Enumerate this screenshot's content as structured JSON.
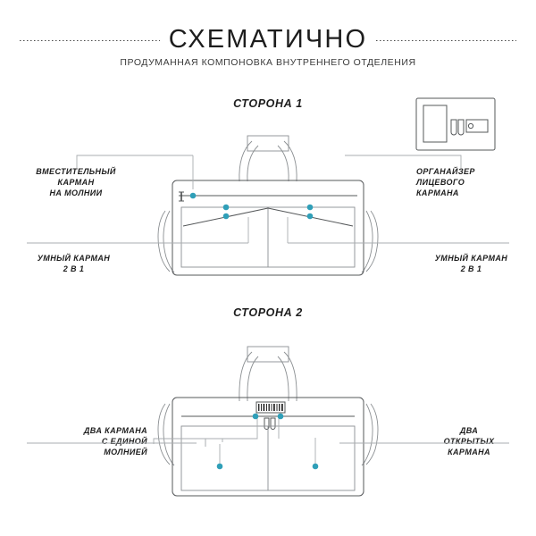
{
  "header": {
    "title": "СХЕМАТИЧНО",
    "subtitle": "ПРОДУМАННАЯ КОМПОНОВКА ВНУТРЕННЕГО ОТДЕЛЕНИЯ",
    "divider_style": "dotted"
  },
  "sections": [
    {
      "id": "side-1",
      "label": "СТОРОНА 1",
      "callouts": [
        {
          "id": "spacious-zip-pocket",
          "lines": [
            "ВМЕСТИТЕЛЬНЫЙ",
            "КАРМАН",
            "НА МОЛНИИ"
          ],
          "side": "left"
        },
        {
          "id": "front-pocket-organizer",
          "lines": [
            "ОРГАНАЙЗЕР",
            "ЛИЦЕВОГО",
            "КАРМАНА"
          ],
          "side": "right"
        },
        {
          "id": "smart-pocket-left",
          "lines": [
            "УМНЫЙ КАРМАН",
            "2 В 1"
          ],
          "side": "left"
        },
        {
          "id": "smart-pocket-right",
          "lines": [
            "УМНЫЙ КАРМАН",
            "2 В 1"
          ],
          "side": "right"
        }
      ]
    },
    {
      "id": "side-2",
      "label": "СТОРОНА 2",
      "callouts": [
        {
          "id": "two-pockets-one-zip",
          "lines": [
            "ДВА КАРМАНА",
            "С ЕДИНОЙ",
            "МОЛНИЕЙ"
          ],
          "side": "left"
        },
        {
          "id": "two-open-pockets",
          "lines": [
            "ДВА",
            "ОТКРЫТЫХ",
            "КАРМАНА"
          ],
          "side": "right"
        }
      ]
    }
  ],
  "inset": {
    "id": "organizer-detail",
    "items": [
      "notebook-slot",
      "pen-slots",
      "card-pocket"
    ]
  },
  "colors": {
    "accent_dot": "#2f9fb8",
    "line": "#55585a",
    "leader": "#a9adb0",
    "text": "#1d1d1d",
    "background": "#ffffff"
  },
  "markers": {
    "accent_dot_count_side1": 4,
    "accent_dot_count_side2": 4,
    "zipper_pull_count_side1": 1,
    "zipper_pull_count_side2": 2
  }
}
